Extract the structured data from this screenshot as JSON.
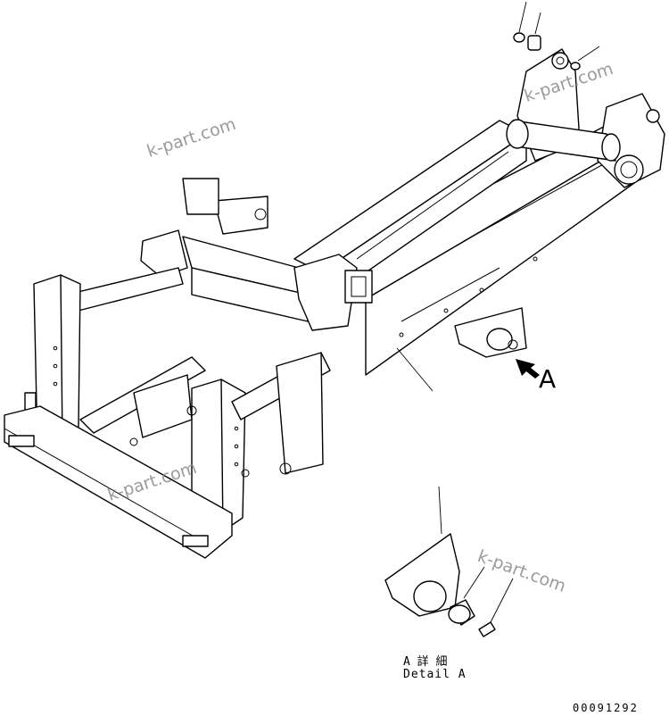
{
  "callout": {
    "letter": "A"
  },
  "detail": {
    "title_jp": "A 詳 細",
    "title_en": "Detail A"
  },
  "drawing_number": "00091292",
  "watermarks": [
    "k-part.com",
    "k-part.com",
    "k-part.com",
    "k-part.com"
  ]
}
